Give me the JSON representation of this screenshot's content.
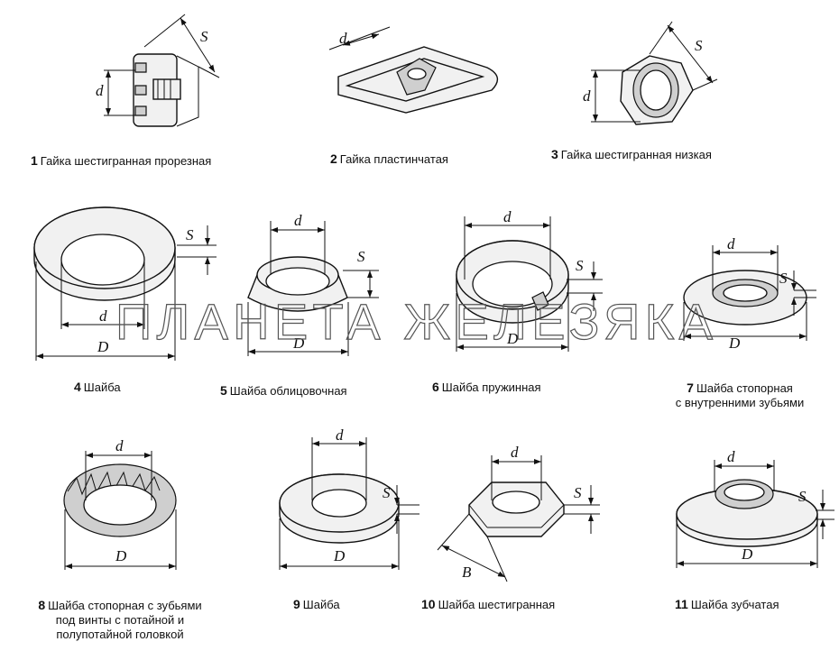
{
  "watermark": "ПЛАНЕТА ЖЕЛЕЗЯКА",
  "dims": {
    "d": "d",
    "D": "D",
    "S": "S",
    "B": "B"
  },
  "items": [
    {
      "num": "1",
      "label": "Гайка шестигранная прорезная"
    },
    {
      "num": "2",
      "label": "Гайка пластинчатая"
    },
    {
      "num": "3",
      "label": "Гайка шестигранная низкая"
    },
    {
      "num": "4",
      "label": "Шайба"
    },
    {
      "num": "5",
      "label": "Шайба облицовочная"
    },
    {
      "num": "6",
      "label": "Шайба пружинная"
    },
    {
      "num": "7",
      "label": "Шайба стопорная",
      "label2": "с внутренними зубьями"
    },
    {
      "num": "8",
      "label": "Шайба стопорная с зубьями",
      "label2": "под винты с потайной и",
      "label3": "полупотайной головкой"
    },
    {
      "num": "9",
      "label": "Шайба"
    },
    {
      "num": "10",
      "label": "Шайба шестигранная"
    },
    {
      "num": "11",
      "label": "Шайба зубчатая"
    }
  ]
}
